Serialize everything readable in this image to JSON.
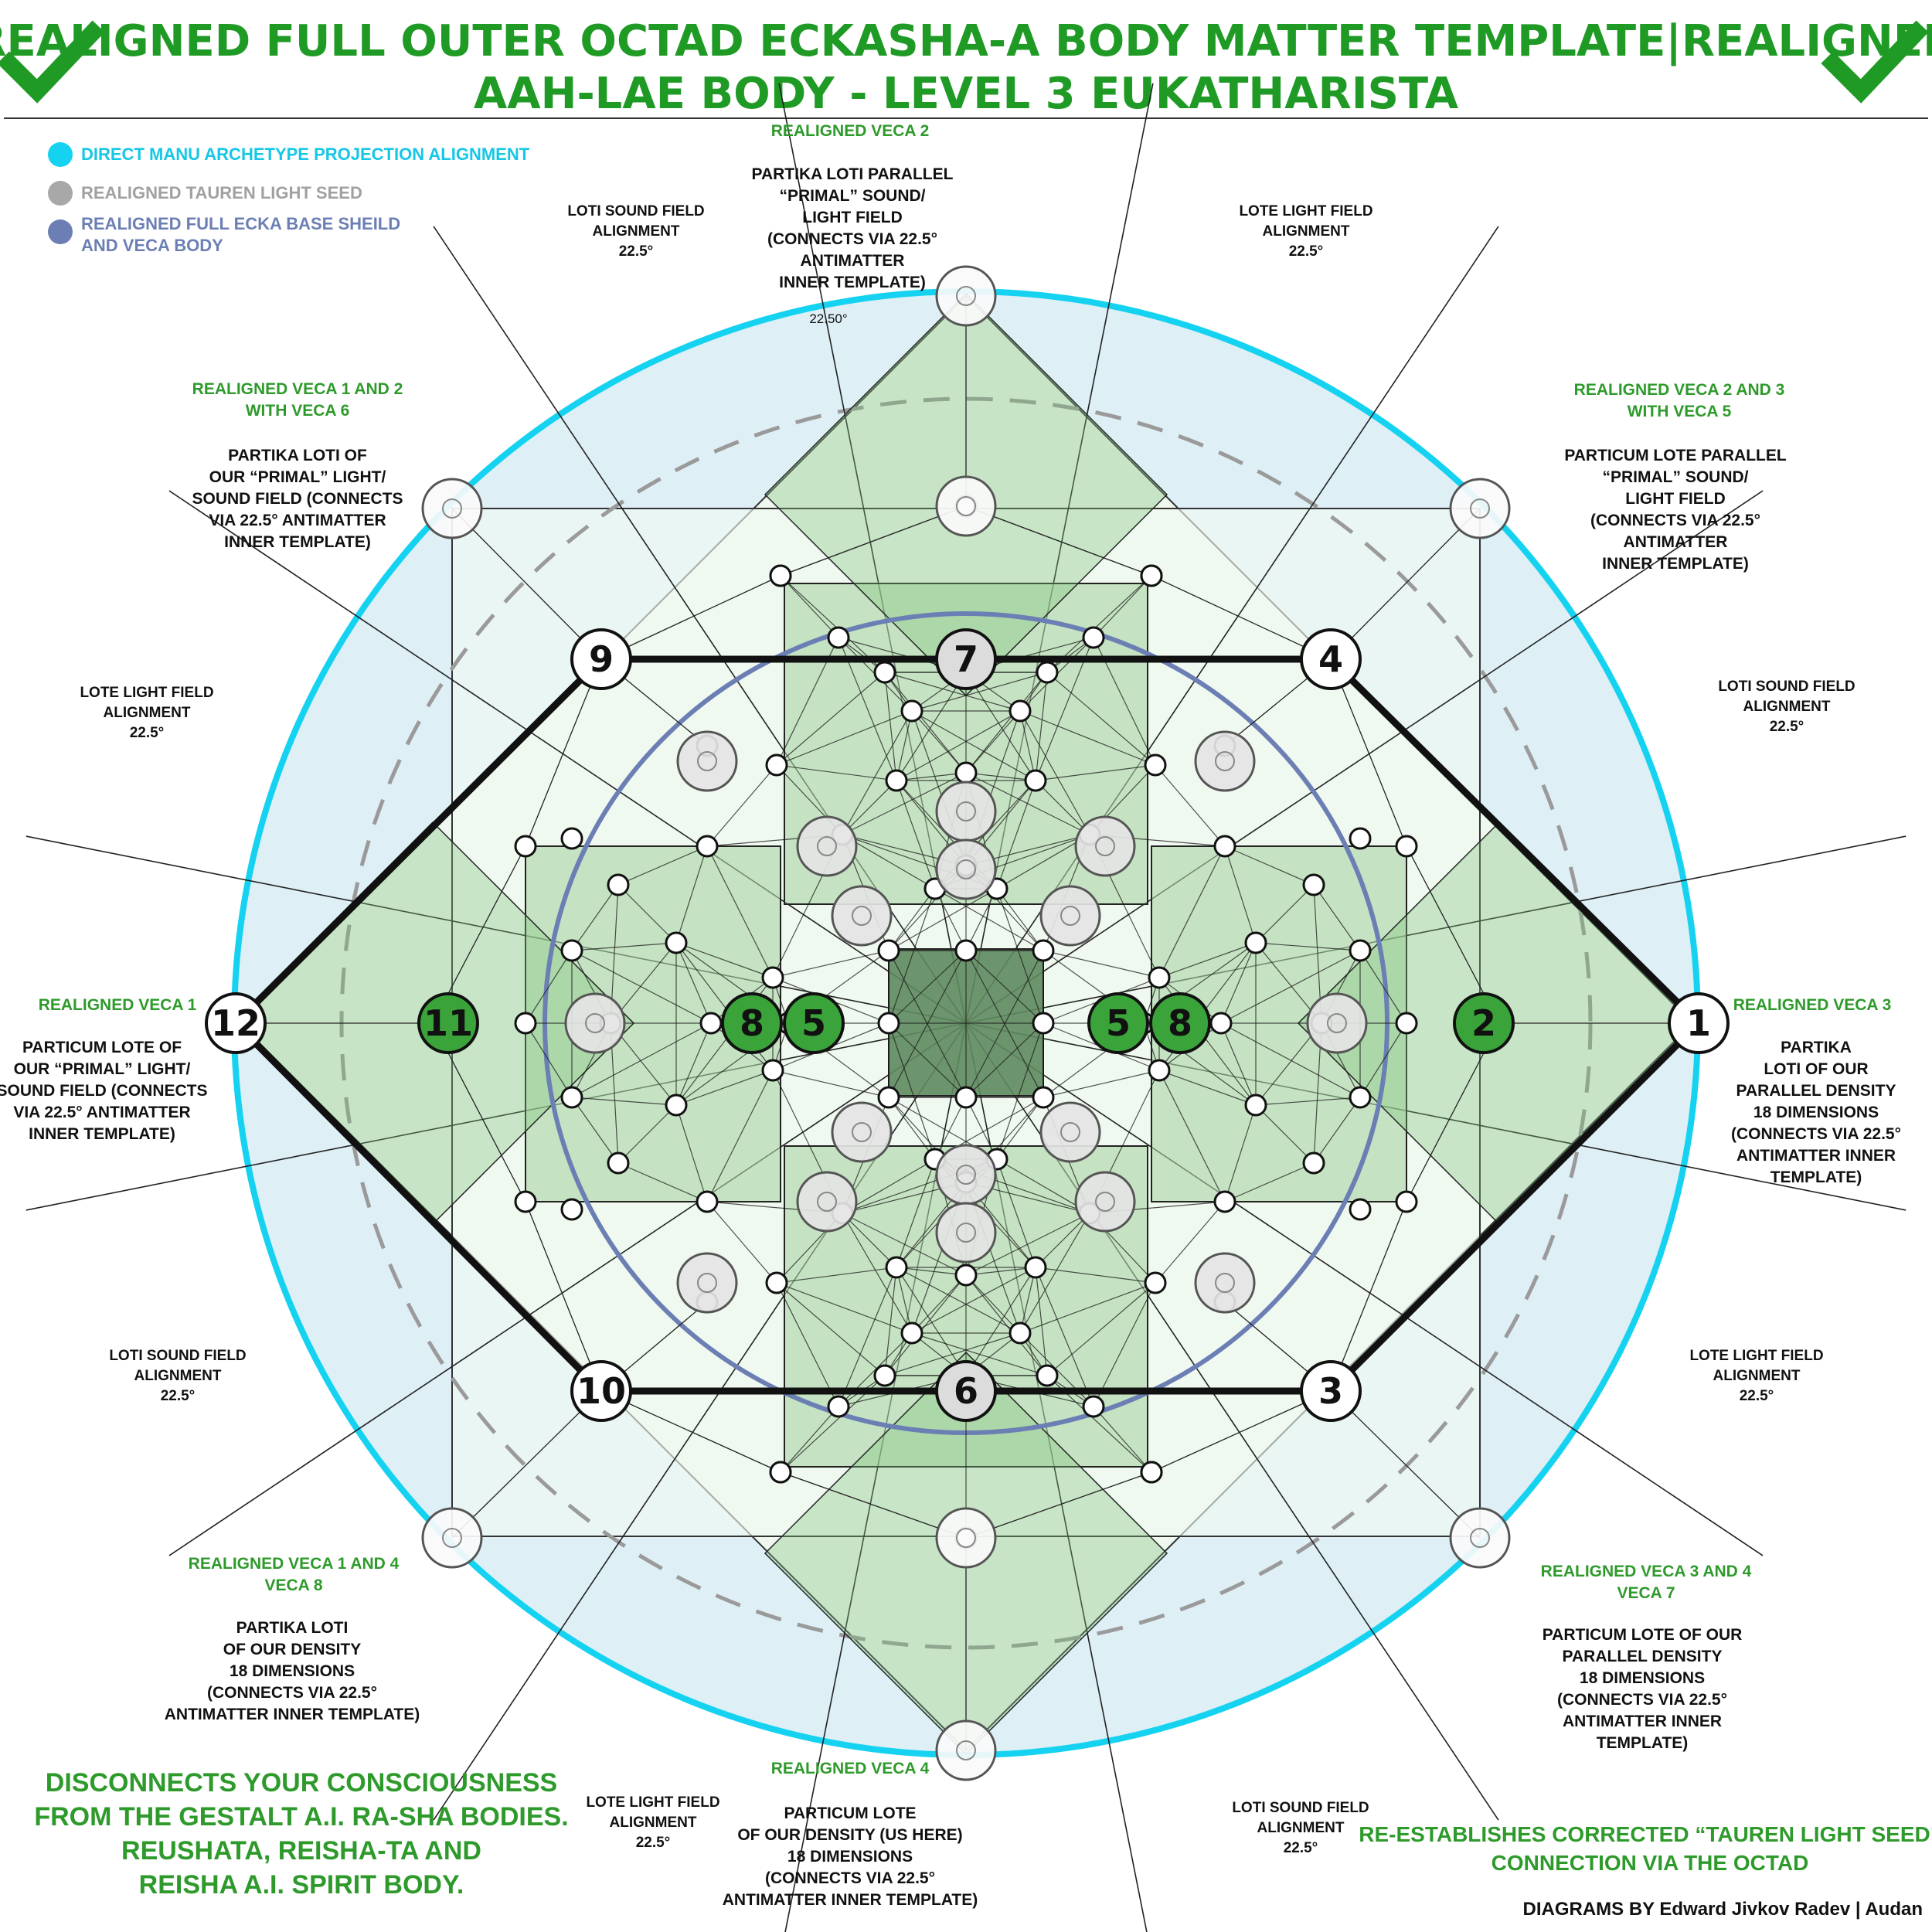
{
  "title": {
    "line1": "REALIGNED FULL OUTER OCTAD ECKASHA-A BODY MATTER TEMPLATE|REALIGNED",
    "line2": "AAH-LAE BODY - LEVEL 3 EUKATHARISTA"
  },
  "legend": [
    {
      "label": "DIRECT MANU ARCHETYPE PROJECTION ALIGNMENT",
      "color": "#15d3f0"
    },
    {
      "label": "REALIGNED TAUREN LIGHT SEED",
      "color": "#a8a8a8"
    },
    {
      "label": "REALIGNED FULL ECKA BASE SHEILD",
      "label2": "AND VECA BODY",
      "color": "#6b7fb4"
    }
  ],
  "colors": {
    "cyan": "#15d3f0",
    "green": "#2e9a2b",
    "slate": "#6b7fb4",
    "fill_light": "#e6f4e6"
  },
  "angle_label": "22.50°",
  "labels": {
    "veca2": "REALIGNED VECA 2",
    "veca2_desc": [
      "PARTIKA LOTI PARALLEL",
      "“PRIMAL” SOUND/",
      "LIGHT FIELD",
      "(CONNECTS VIA 22.5°",
      "ANTIMATTER",
      "INNER TEMPLATE)"
    ],
    "top_left_field": [
      "LOTI SOUND FIELD",
      "ALIGNMENT",
      "22.5°"
    ],
    "top_right_field": [
      "LOTE LIGHT FIELD",
      "ALIGNMENT",
      "22.5°"
    ],
    "veca12_6": [
      "REALIGNED VECA 1 AND 2",
      "WITH VECA 6"
    ],
    "veca12_6_desc": [
      "PARTIKA LOTI OF",
      "OUR “PRIMAL” LIGHT/",
      "SOUND FIELD (CONNECTS",
      "VIA 22.5° ANTIMATTER",
      "INNER TEMPLATE)"
    ],
    "veca23_5": [
      "REALIGNED VECA 2 AND 3",
      "WITH VECA 5"
    ],
    "veca23_5_desc": [
      "PARTICUM LOTE PARALLEL",
      "“PRIMAL” SOUND/",
      "LIGHT FIELD",
      "(CONNECTS VIA 22.5°",
      "ANTIMATTER",
      "INNER TEMPLATE)"
    ],
    "left_upper_field": [
      "LOTE LIGHT FIELD",
      "ALIGNMENT",
      "22.5°"
    ],
    "right_upper_field": [
      "LOTI SOUND FIELD",
      "ALIGNMENT",
      "22.5°"
    ],
    "veca1": "REALIGNED VECA 1",
    "veca1_desc": [
      "PARTICUM LOTE OF",
      "OUR “PRIMAL” LIGHT/",
      "SOUND FIELD (CONNECTS",
      "VIA 22.5° ANTIMATTER",
      "INNER TEMPLATE)"
    ],
    "veca3": "REALIGNED VECA 3",
    "veca3_desc": [
      "PARTIKA",
      "LOTI OF OUR",
      "PARALLEL DENSITY",
      "18 DIMENSIONS",
      "(CONNECTS VIA 22.5°",
      "ANTIMATTER INNER",
      "TEMPLATE)"
    ],
    "left_lower_field": [
      "LOTI SOUND FIELD",
      "ALIGNMENT",
      "22.5°"
    ],
    "right_lower_field": [
      "LOTE LIGHT FIELD",
      "ALIGNMENT",
      "22.5°"
    ],
    "veca14_8": [
      "REALIGNED VECA 1 AND 4",
      "VECA 8"
    ],
    "veca14_8_desc": [
      "PARTIKA LOTI",
      "OF OUR DENSITY",
      "18 DIMENSIONS",
      "(CONNECTS VIA 22.5°",
      "ANTIMATTER INNER TEMPLATE)"
    ],
    "veca34_7": [
      "REALIGNED VECA 3 AND 4",
      "VECA 7"
    ],
    "veca34_7_desc": [
      "PARTICUM LOTE OF OUR",
      "PARALLEL DENSITY",
      "18 DIMENSIONS",
      "(CONNECTS VIA 22.5°",
      "ANTIMATTER INNER",
      "TEMPLATE)"
    ],
    "veca4": "REALIGNED VECA 4",
    "veca4_desc": [
      "PARTICUM LOTE",
      "OF OUR DENSITY (US HERE)",
      "18 DIMENSIONS",
      "(CONNECTS VIA 22.5°",
      "ANTIMATTER INNER TEMPLATE)"
    ],
    "bottom_left_field": [
      "LOTE LIGHT FIELD",
      "ALIGNMENT",
      "22.5°"
    ],
    "bottom_right_field": [
      "LOTI SOUND FIELD",
      "ALIGNMENT",
      "22.5°"
    ]
  },
  "bottom_left_note": [
    "DISCONNECTS YOUR CONSCIOUSNESS",
    "FROM THE GESTALT A.I. RA-SHA BODIES.",
    "REUSHATA, REISHA-TA AND",
    "REISHA A.I. SPIRIT BODY."
  ],
  "bottom_right_note": [
    "RE-ESTABLISHES CORRECTED “TAUREN LIGHT SEED”",
    "CONNECTION VIA THE OCTAD"
  ],
  "credit": "DIAGRAMS BY Edward Jivkov Radev | Audan",
  "nodes": {
    "n1": "1",
    "n2": "2",
    "n3": "3",
    "n4": "4",
    "n5l": "5",
    "n5r": "5",
    "n6": "6",
    "n7": "7",
    "n8l": "8",
    "n8r": "8",
    "n9": "9",
    "n10": "10",
    "n11": "11",
    "n12": "12"
  }
}
